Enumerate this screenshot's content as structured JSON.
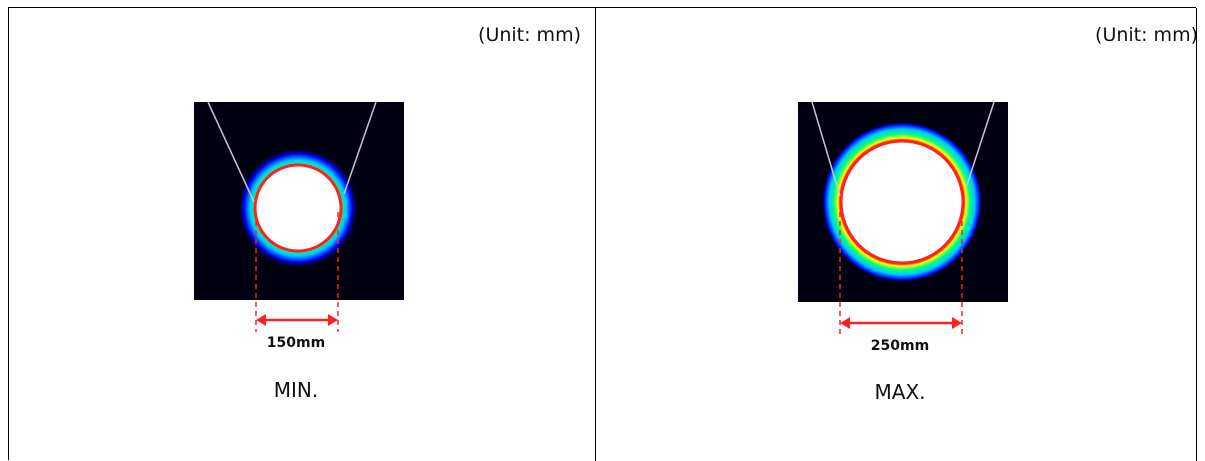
{
  "panels": [
    {
      "unit_label": "(Unit: mm)",
      "dimension_label": "150mm",
      "caption": "MIN."
    },
    {
      "unit_label": "(Unit: mm)",
      "dimension_label": "250mm",
      "caption": "MAX."
    }
  ],
  "colors": {
    "background": "#000000",
    "ring_outer": "#0000ff",
    "ring_mid": "#00ff80",
    "ring_inner": "#ff0000",
    "dimension": "#ff0000",
    "beam_lines": "#c8c8c8"
  }
}
